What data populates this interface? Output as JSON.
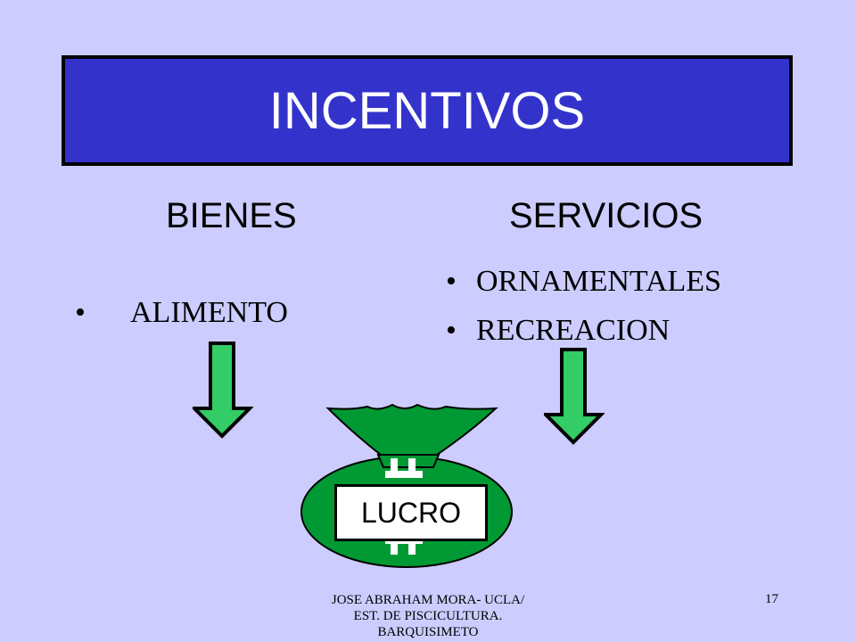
{
  "slide": {
    "title": "INCENTIVOS",
    "columns": {
      "left": {
        "heading": "BIENES",
        "items": [
          "ALIMENTO"
        ]
      },
      "right": {
        "heading": "SERVICIOS",
        "items": [
          "ORNAMENTALES",
          "RECREACION"
        ]
      }
    },
    "result_label": "LUCRO",
    "bullet": "•",
    "icons": {
      "left_arrow": "down-arrow-icon",
      "right_arrow": "down-arrow-icon",
      "money_bag": "money-bag-icon"
    }
  },
  "footer": {
    "lines": [
      "JOSE ABRAHAM MORA-  UCLA/",
      "EST. DE PISCICULTURA.",
      "BARQUISIMETO"
    ],
    "page_number": "17"
  },
  "colors": {
    "background": "#CCCCFF",
    "title_fill": "#3333CC",
    "arrow_fill": "#33CC66",
    "bag_fill": "#009933"
  }
}
